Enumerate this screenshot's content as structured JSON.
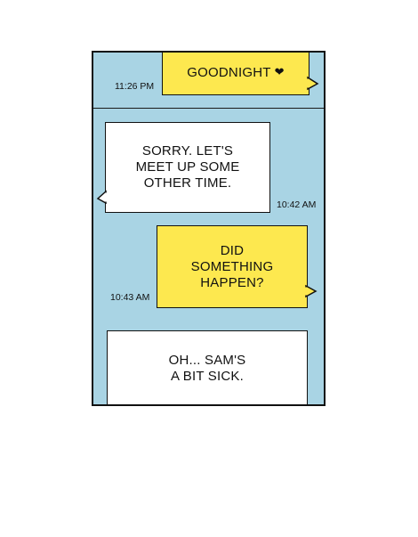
{
  "messages": [
    {
      "side": "sent",
      "text": "GOODNIGHT",
      "icon": "heart-icon",
      "time": "11:26 PM"
    },
    {
      "side": "received",
      "text": "SORRY. LET'S\nMEET UP SOME\nOTHER TIME.",
      "time": "10:42 AM"
    },
    {
      "side": "sent",
      "text": "DID\nSOMETHING\nHAPPEN?",
      "time": "10:43 AM"
    },
    {
      "side": "received",
      "text": "OH... SAM'S\nA BIT SICK."
    }
  ],
  "colors": {
    "background": "#a9d4e4",
    "sent_bubble": "#fde84f",
    "received_bubble": "#ffffff",
    "outline": "#111111"
  }
}
